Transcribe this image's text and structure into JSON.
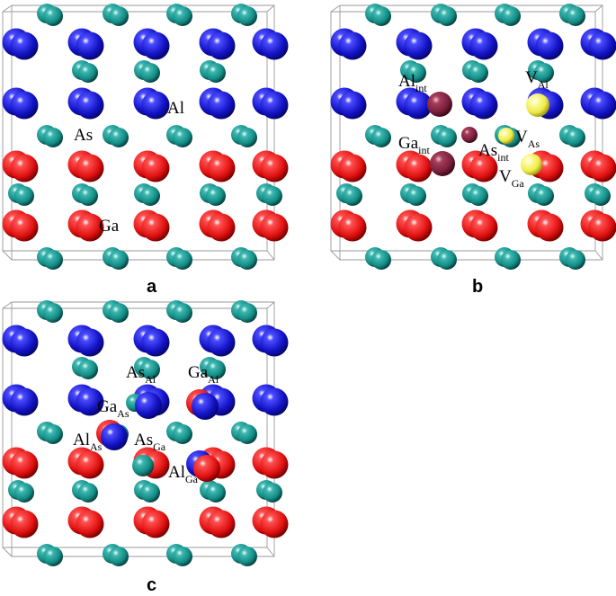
{
  "colors": {
    "al": "#1414c8",
    "ga": "#e01010",
    "as": "#138c86",
    "int": "#7a1f3c",
    "vacancy": "#f0ee52",
    "frame": "#9a9a9a"
  },
  "panels": {
    "a": {
      "letter": "a",
      "labels": {
        "al": "Al",
        "as": "As",
        "ga": "Ga"
      }
    },
    "b": {
      "letter": "b",
      "labels": {
        "al_int_base": "Al",
        "al_int_sub": "int",
        "ga_int_base": "Ga",
        "ga_int_sub": "int",
        "as_int_base": "As",
        "as_int_sub": "int",
        "v_al_base": "V",
        "v_al_sub": "Al",
        "v_as_base": "V",
        "v_as_sub": "As",
        "v_ga_base": "V",
        "v_ga_sub": "Ga"
      }
    },
    "c": {
      "letter": "c",
      "labels": {
        "as_al_base": "As",
        "as_al_sub": "Al",
        "ga_al_base": "Ga",
        "ga_al_sub": "Al",
        "ga_as_base": "Ga",
        "ga_as_sub": "As",
        "al_as_base": "Al",
        "al_as_sub": "As",
        "as_ga_base": "As",
        "as_ga_sub": "Ga",
        "al_ga_base": "Al",
        "al_ga_sub": "Ga"
      }
    }
  }
}
